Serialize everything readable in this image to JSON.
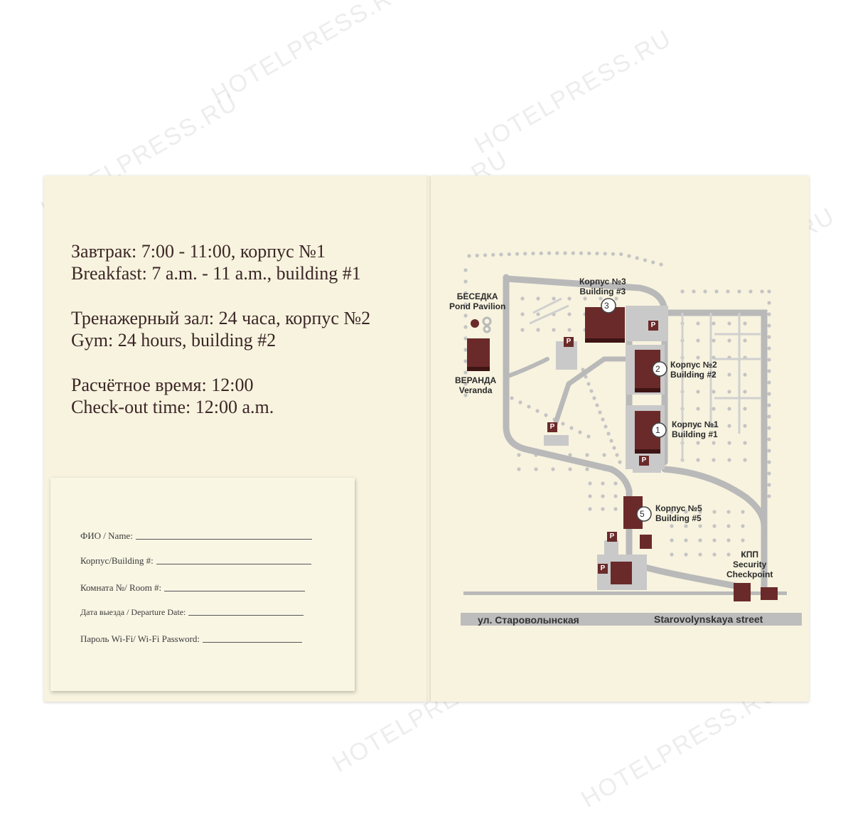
{
  "watermark": "HOTELPRESS.RU",
  "schedule": {
    "breakfast_ru": "Завтрак: 7:00 - 11:00, корпус №1",
    "breakfast_en": "Breakfast: 7 a.m. - 11 a.m., building #1",
    "gym_ru": "Тренажерный зал: 24 часа, корпус №2",
    "gym_en": "Gym: 24 hours, building #2",
    "checkout_ru": "Расчётное время: 12:00",
    "checkout_en": "Check-out time: 12:00 a.m."
  },
  "card": {
    "fields": [
      "ФИО / Name:",
      "Корпус/Building #:",
      "Комната №/ Room #:",
      "Дата выезда / Departure Date:",
      "Пароль Wi-Fi/ Wi-Fi Password:"
    ]
  },
  "map": {
    "pavilion": "БЕСЕДКА\nPond Pavilion",
    "veranda": "ВЕРАНДА\nVeranda",
    "building3": "Корпус №3\nBuilding #3",
    "building2": "Корпус №2\nBuilding #2",
    "building1": "Корпус №1\nBuilding #1",
    "building5": "Корпус №5\nBuilding #5",
    "checkpoint": "КПП\nSecurity\nCheckpoint",
    "street_ru": "ул. Староволынская",
    "street_en": "Starovolynskaya street",
    "parking": "P",
    "numbers": [
      "3",
      "2",
      "1",
      "5"
    ]
  },
  "colors": {
    "building": "#6b2a2a",
    "path": "#b9b9b9",
    "paper": "#f7f3df"
  }
}
